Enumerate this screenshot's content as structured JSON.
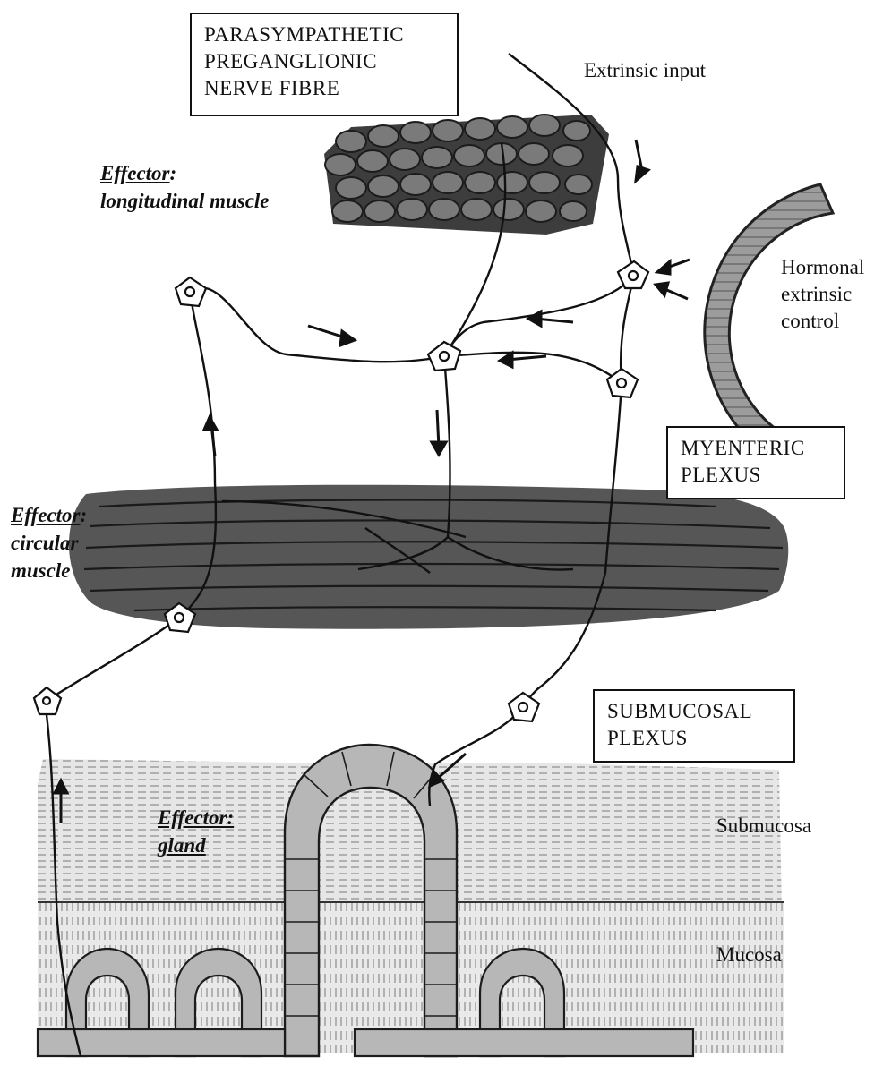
{
  "labels": {
    "parasympathetic": "PARASYMPATHETIC\nPREGANGLIONIC\nNERVE FIBRE",
    "extrinsic_input": "Extrinsic input",
    "hormonal": "Hormonal\nextrinsic\ncontrol",
    "myenteric": "MYENTERIC\nPLEXUS",
    "submucosal": "SUBMUCOSAL\nPLEXUS",
    "submucosa": "Submucosa",
    "mucosa": "Mucosa"
  },
  "effectors": {
    "longitudinal": {
      "heading": "Effector",
      "colon": ":",
      "target": "longitudinal muscle"
    },
    "circular": {
      "heading": "Effector",
      "colon": ":",
      "target_line1": "circular",
      "target_line2": "muscle"
    },
    "gland": {
      "heading": "Effector:",
      "target": "gland"
    }
  },
  "colors": {
    "ink": "#111111",
    "muscle": "#5a5a5a",
    "tissue": "#e4e4e4",
    "cell": "#b9b9b9"
  }
}
